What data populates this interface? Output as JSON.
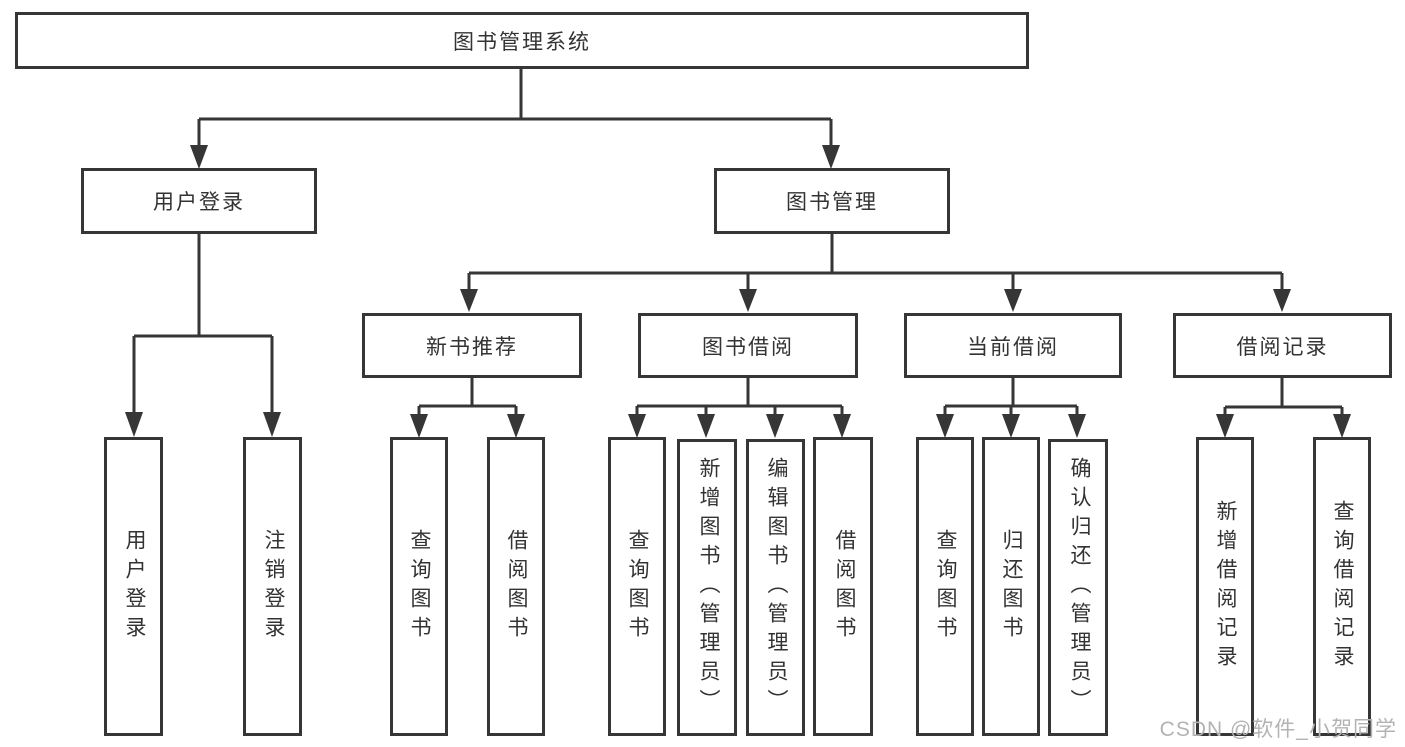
{
  "tree": {
    "root": {
      "label": "图书管理系统"
    },
    "user_login": {
      "label": "用户登录",
      "children": {
        "login": {
          "label": "用户登录"
        },
        "logout": {
          "label": "注销登录"
        }
      }
    },
    "book_mgmt": {
      "label": "图书管理",
      "children": {
        "new_book_rec": {
          "label": "新书推荐",
          "children": {
            "query_book": {
              "label": "查询图书"
            },
            "borrow_book": {
              "label": "借阅图书"
            }
          }
        },
        "book_borrow": {
          "label": "图书借阅",
          "children": {
            "query_book": {
              "label": "查询图书"
            },
            "add_book": {
              "label": "新增图书（管理员）"
            },
            "edit_book": {
              "label": "编辑图书（管理员）"
            },
            "borrow_book": {
              "label": "借阅图书"
            }
          }
        },
        "current_borrow": {
          "label": "当前借阅",
          "children": {
            "query_book": {
              "label": "查询图书"
            },
            "return_book": {
              "label": "归还图书"
            },
            "confirm_return": {
              "label": "确认归还（管理员）"
            }
          }
        },
        "borrow_record": {
          "label": "借阅记录",
          "children": {
            "add_record": {
              "label": "新增借阅记录"
            },
            "query_record": {
              "label": "查询借阅记录"
            }
          }
        }
      }
    }
  },
  "watermark": {
    "text": "CSDN @软件_小贺同学"
  },
  "colors": {
    "line": "#363636",
    "text": "#333333",
    "background": "#ffffff",
    "watermark": "#b3b3b3"
  }
}
